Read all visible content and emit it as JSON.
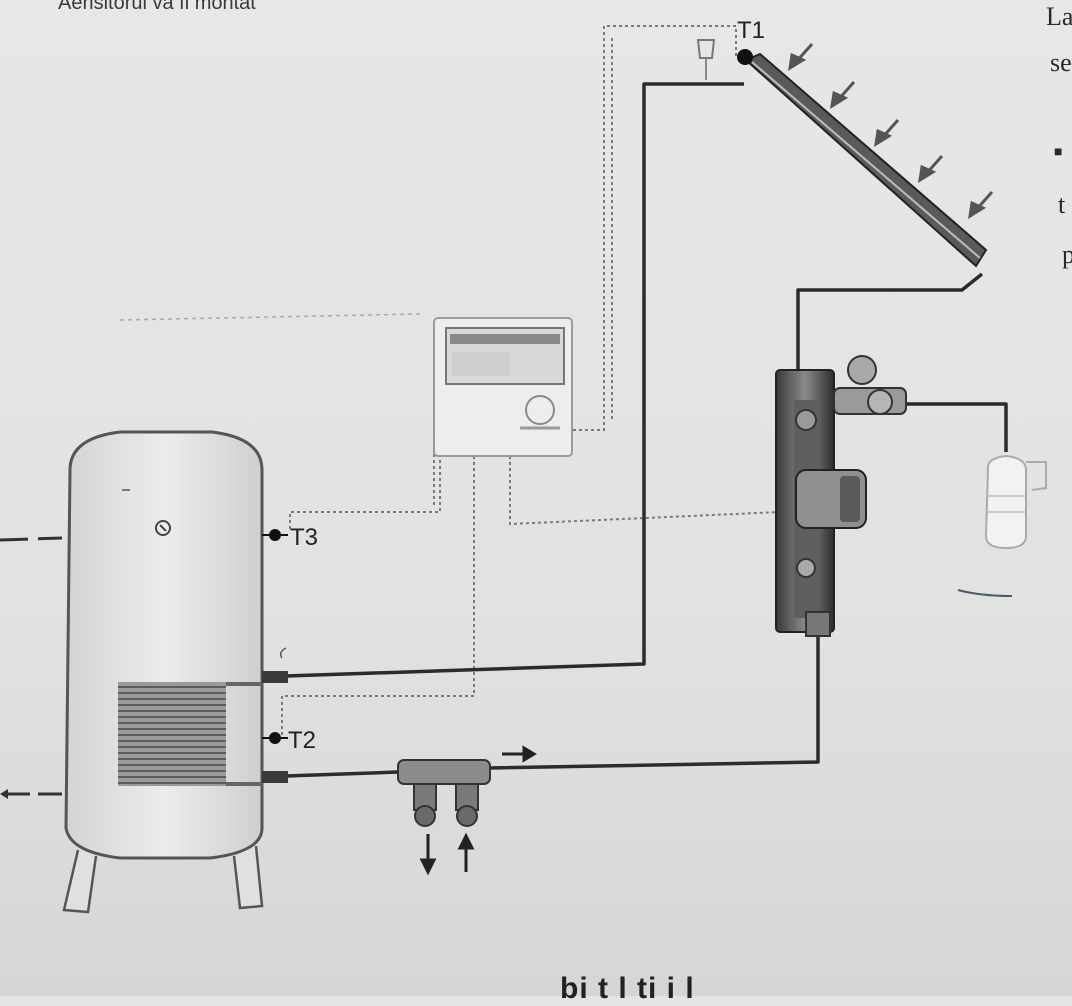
{
  "sensors": {
    "t1": "T1",
    "t2": "T2",
    "t3": "T3"
  },
  "page_text": {
    "top_fragment": "Aerisitorul va fi montat",
    "right_line1": "La",
    "right_line2": "se",
    "right_line3": "t",
    "right_line4": "p",
    "bottom_fragment": "bi t l ti i l"
  },
  "colors": {
    "pipe": "#2b2b2b",
    "paper": "#e4e4e2",
    "signal_wire": "#7a7a7a",
    "coil": "#6e6e6e"
  }
}
